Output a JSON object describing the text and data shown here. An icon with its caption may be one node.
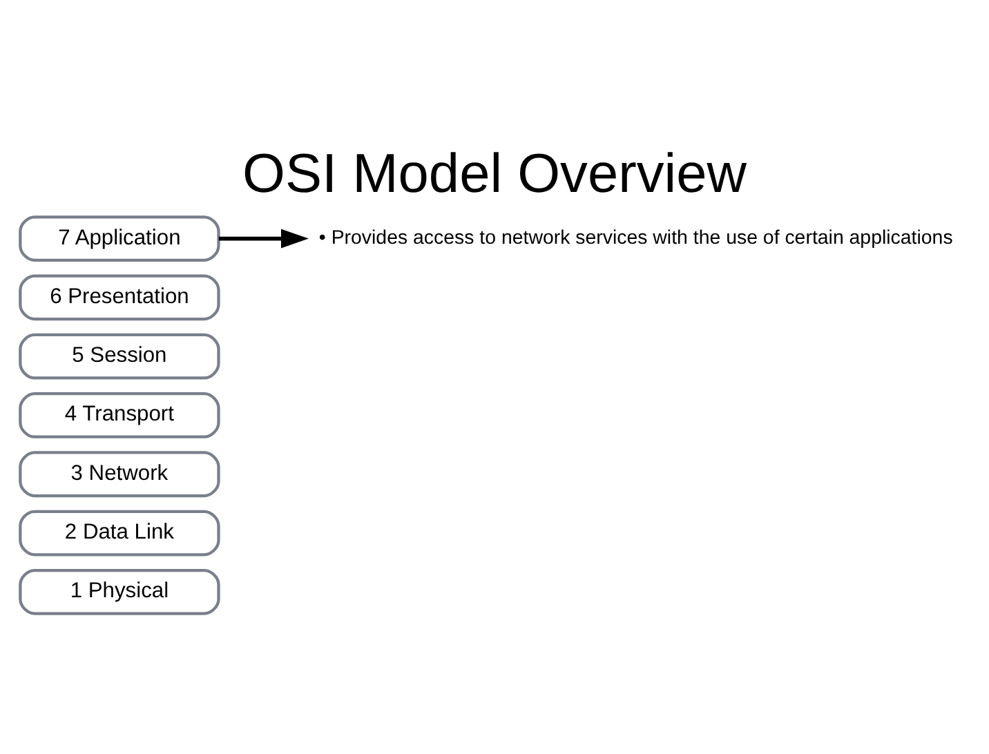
{
  "diagram": {
    "title": "OSI Model Overview",
    "nodes": [
      {
        "text": [
          "7 Application"
        ]
      },
      {
        "text": [
          "6 Presentation"
        ]
      },
      {
        "text": [
          "5 Session"
        ]
      },
      {
        "text": [
          "4 Transport"
        ]
      },
      {
        "text": [
          "3 Network"
        ]
      },
      {
        "text": [
          "2 Data Link"
        ]
      },
      {
        "text": [
          "1 Physical"
        ]
      },
      {
        "text": [
          "• Provides access to network services with the use of certain applications"
        ]
      }
    ],
    "edges": [
      {
        "from": 0,
        "to": 7,
        "arrow": "to"
      }
    ]
  }
}
